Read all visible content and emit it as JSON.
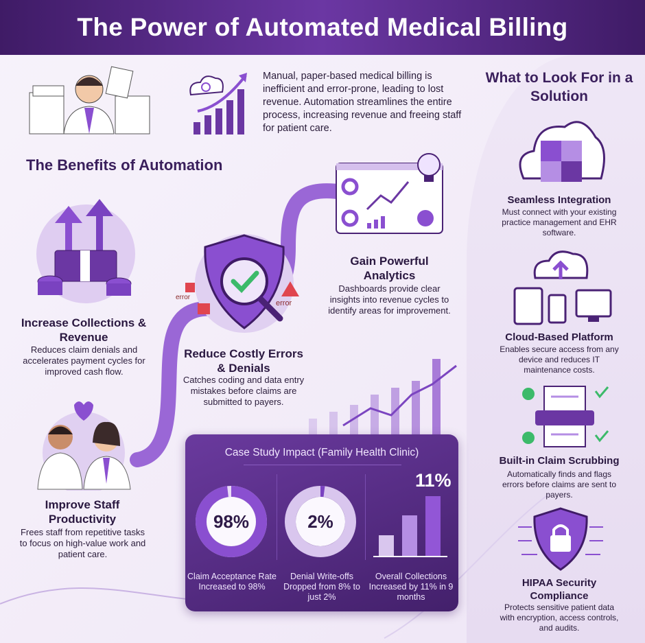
{
  "header": {
    "title": "The Power of Automated Medical Billing"
  },
  "intro": {
    "text": "Manual, paper-based medical billing is inefficient and error-prone, leading to lost revenue. Automation streamlines the entire process, increasing revenue and freeing staff for patient care."
  },
  "benefits": {
    "title": "The Benefits of Automation",
    "items": [
      {
        "title": "Increase Collections & Revenue",
        "desc": "Reduces claim denials and accelerates payment cycles for improved cash flow.",
        "icon": "money-stack-arrows-icon"
      },
      {
        "title": "Reduce Costly Errors & Denials",
        "desc": "Catches coding and data entry mistakes before claims are submitted to payers.",
        "icon": "shield-magnifier-check-icon",
        "error_label": "error"
      },
      {
        "title": "Gain Powerful Analytics",
        "desc": "Dashboards provide clear insights into revenue cycles to identify areas for improvement.",
        "icon": "dashboard-lightbulb-icon"
      },
      {
        "title": "Improve Staff Productivity",
        "desc": "Frees staff from repetitive tasks to focus on high-value work and patient care.",
        "icon": "medical-staff-icon"
      }
    ]
  },
  "case_study": {
    "title": "Case Study Impact (Family Health Clinic)",
    "metrics": [
      {
        "value": "98%",
        "fraction": 0.98,
        "label": "Claim Acceptance Rate Increased to 98%"
      },
      {
        "value": "2%",
        "fraction": 0.02,
        "label": "Denial Write-offs Dropped from 8% to just 2%"
      },
      {
        "value": "11%",
        "label": "Overall Collections Increased by 11% in 9 months"
      }
    ]
  },
  "solution": {
    "title": "What to Look For in a Solution",
    "items": [
      {
        "title": "Seamless Integration",
        "desc": "Must connect with your existing practice management and EHR software.",
        "icon": "cloud-puzzle-icon"
      },
      {
        "title": "Cloud-Based Platform",
        "desc": "Enables secure access from any device and reduces IT maintenance costs.",
        "icon": "cloud-devices-icon"
      },
      {
        "title": "Built-in Claim Scrubbing",
        "desc": "Automatically finds and flags errors before claims are sent to payers.",
        "icon": "document-scanner-icon"
      },
      {
        "title": "HIPAA Security Compliance",
        "desc": "Protects sensitive patient data with encryption, access controls, and audits.",
        "icon": "shield-lock-icon"
      }
    ]
  },
  "colors": {
    "primary": "#4a2275",
    "accent": "#8a4fd0",
    "light": "#d9c6ee",
    "check": "#3cba6a",
    "error": "#e0454f"
  }
}
